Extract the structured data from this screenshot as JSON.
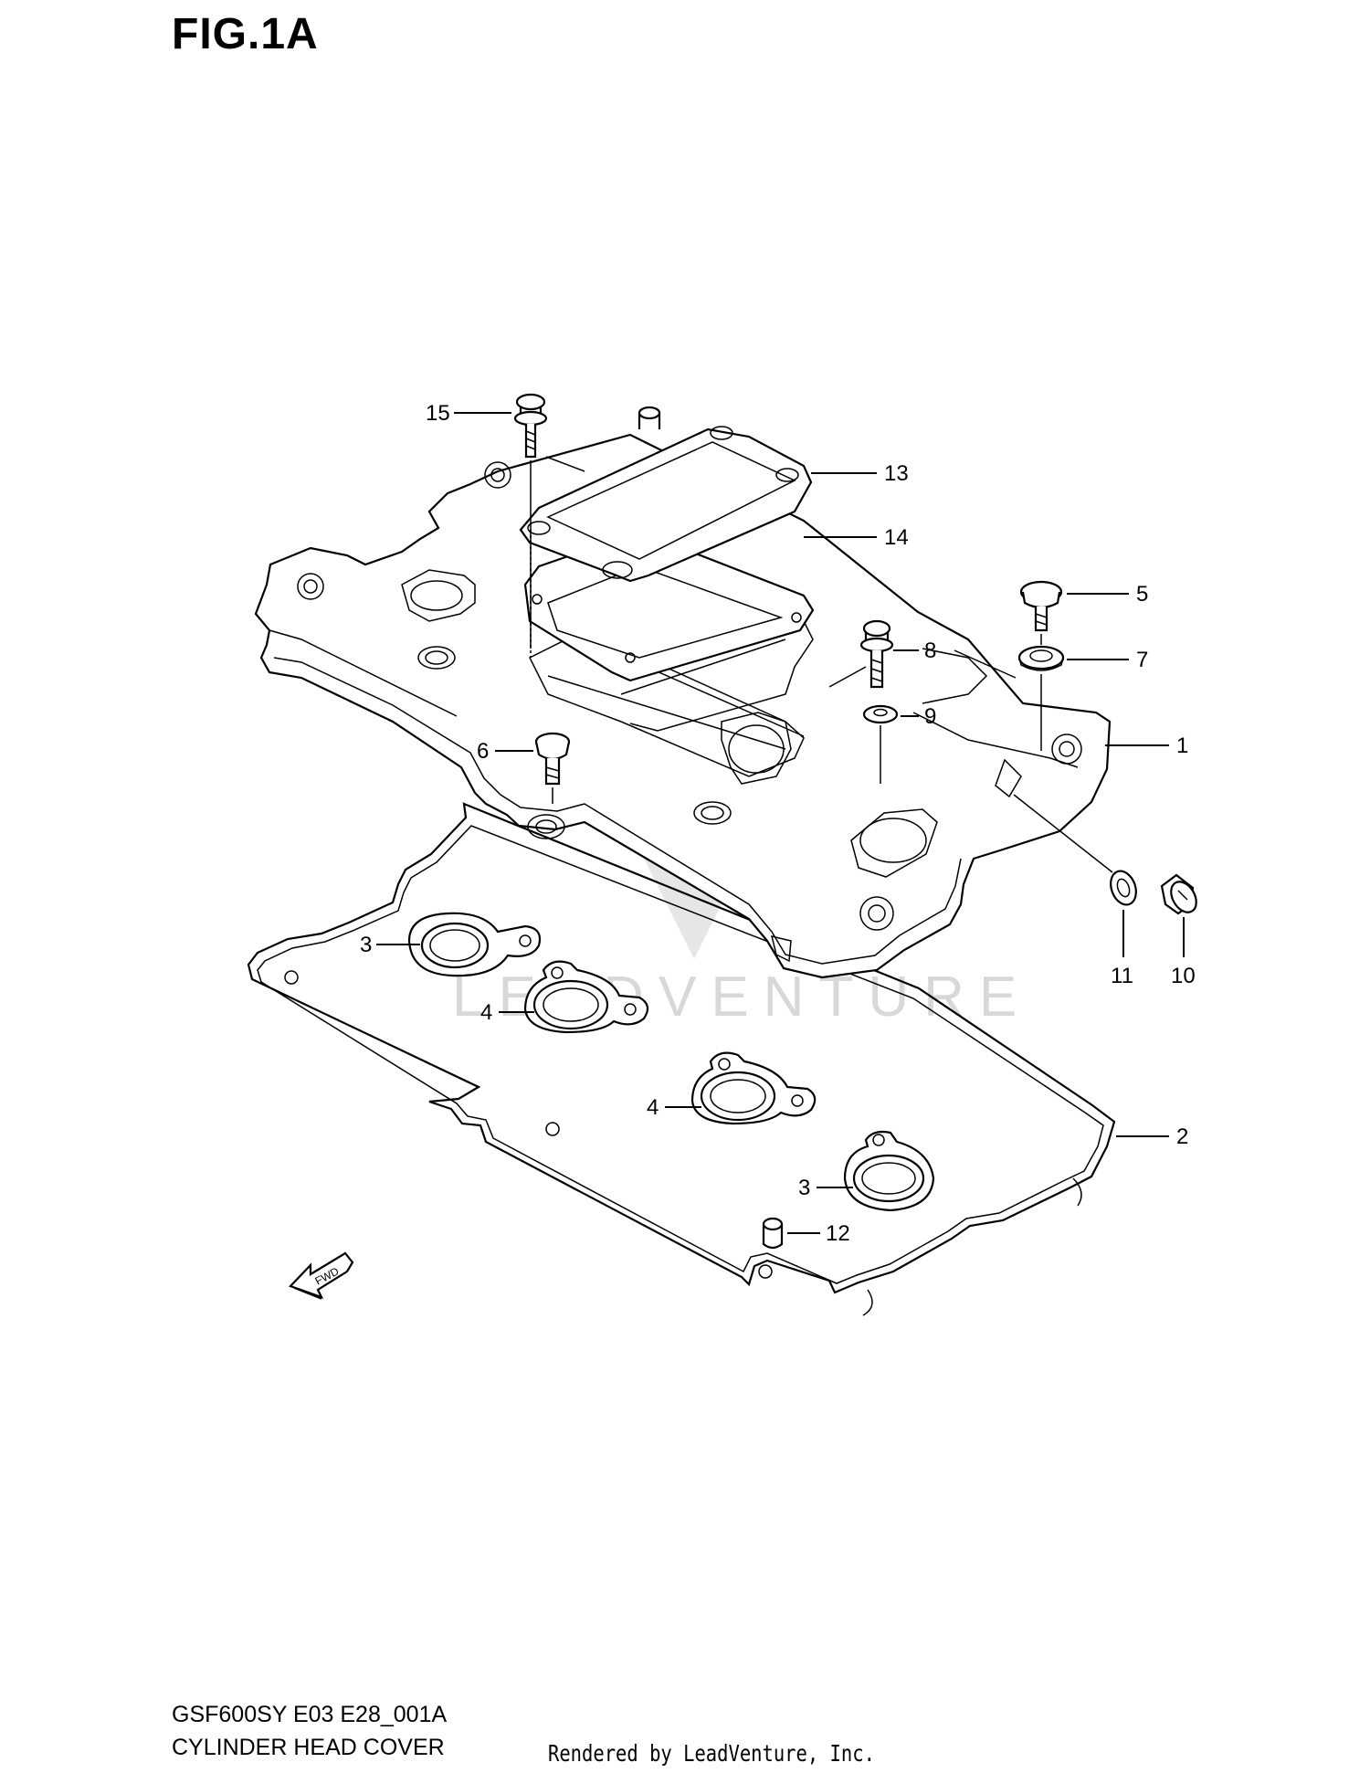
{
  "figure": {
    "title": "FIG.1A",
    "diagram_code": "GSF600SY E03 E28_001A",
    "diagram_name": "CYLINDER HEAD COVER",
    "rendered_by": "Rendered by LeadVenture, Inc.",
    "watermark": "LEADVENTURE",
    "fwd_marker": "FWD"
  },
  "callouts": [
    {
      "id": "c15",
      "label": "15"
    },
    {
      "id": "c13",
      "label": "13"
    },
    {
      "id": "c14",
      "label": "14"
    },
    {
      "id": "c5",
      "label": "5"
    },
    {
      "id": "c8",
      "label": "8"
    },
    {
      "id": "c7",
      "label": "7"
    },
    {
      "id": "c9",
      "label": "9"
    },
    {
      "id": "c1",
      "label": "1"
    },
    {
      "id": "c6",
      "label": "6"
    },
    {
      "id": "c11",
      "label": "11"
    },
    {
      "id": "c10",
      "label": "10"
    },
    {
      "id": "c3a",
      "label": "3"
    },
    {
      "id": "c4a",
      "label": "4"
    },
    {
      "id": "c4b",
      "label": "4"
    },
    {
      "id": "c2",
      "label": "2"
    },
    {
      "id": "c3b",
      "label": "3"
    },
    {
      "id": "c12",
      "label": "12"
    }
  ]
}
